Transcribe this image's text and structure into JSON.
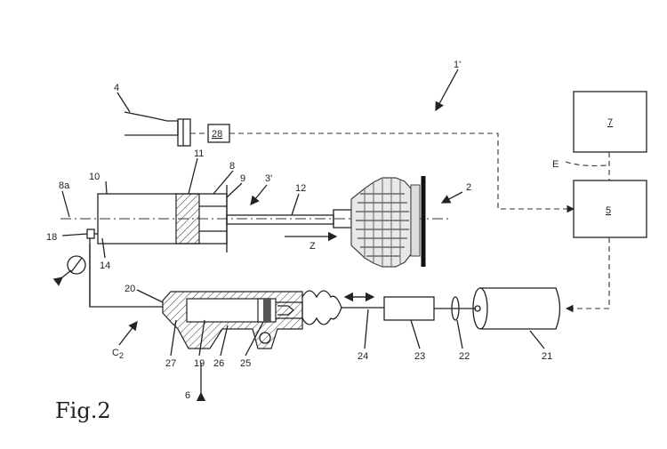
{
  "figure_label": "Fig.2",
  "labels": {
    "l1p": "1'",
    "l2": "2",
    "l3p": "3'",
    "l4": "4",
    "l5": "5",
    "l6": "6",
    "l7": "7",
    "l8": "8",
    "l8a": "8a",
    "l9": "9",
    "l10": "10",
    "l11": "11",
    "l12": "12",
    "l14": "14",
    "l18": "18",
    "l19": "19",
    "l20": "20",
    "l21": "21",
    "l22": "22",
    "l23": "23",
    "l24": "24",
    "l25": "25",
    "l26": "26",
    "l27": "27",
    "l28": "28",
    "lE": "E",
    "lZ": "Z",
    "lC2": "C",
    "lC2sub": "2"
  }
}
